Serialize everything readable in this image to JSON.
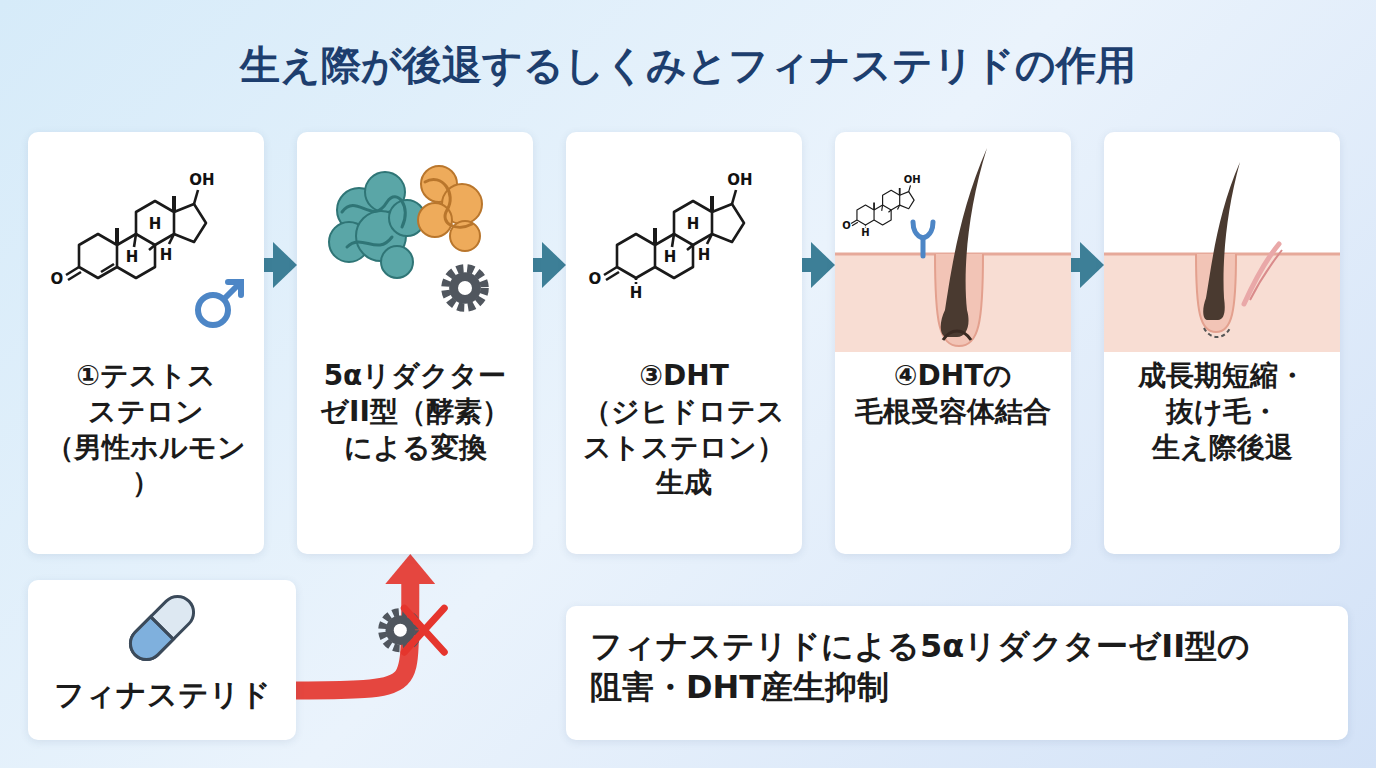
{
  "diagram": {
    "title": "生え際が後退するしくみとフィナステリドの作用",
    "nodes": [
      {
        "text": [
          "①テストス ステロン （男性ホルモン）"
        ]
      },
      {
        "text": [
          "5αリダクター ゼII型（酵素） による変換"
        ]
      },
      {
        "text": [
          "③DHT （ジヒドロテス ストステロン） 生成"
        ]
      },
      {
        "text": [
          "④DHTの 毛根受容体結合"
        ]
      },
      {
        "text": [
          "成長期短縮・ 抜け毛・ 生え際後退"
        ]
      },
      {
        "text": [
          "フィナステリド"
        ]
      },
      {
        "text": [
          "フィナステリドによる5αリダクターゼII型の 阻害・DHT産生抑制"
        ]
      }
    ],
    "edges": [
      {
        "from": 0,
        "to": 1,
        "arrow": "to"
      },
      {
        "from": 1,
        "to": 2,
        "arrow": "to"
      },
      {
        "from": 2,
        "to": 3,
        "arrow": "to"
      },
      {
        "from": 3,
        "to": 4,
        "arrow": "to"
      },
      {
        "from": 5,
        "to": 1,
        "arrow": "to"
      }
    ],
    "labels": [
      "OH",
      "H",
      "H",
      "H",
      "O",
      "OH",
      "H",
      "H",
      "H",
      "H",
      "O",
      "OH",
      "O",
      "H"
    ]
  }
}
